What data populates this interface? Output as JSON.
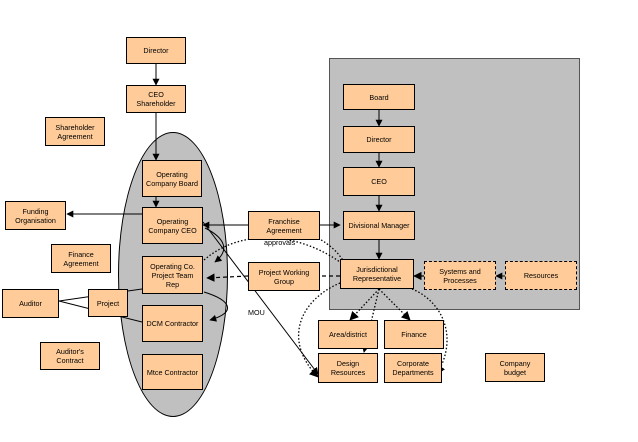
{
  "colors": {
    "box_fill": "#ffcc99",
    "panel_fill": "#c0c0c0",
    "ellipse_fill": "#c0c0c0",
    "line": "#000000"
  },
  "boxes": {
    "director": "Director",
    "ceo_shareholder": "CEO\nShareholder",
    "shareholder_agreement": "Shareholder\nAgreement",
    "funding_organisation": "Funding\nOrganisation",
    "finance_agreement": "Finance\nAgreement",
    "auditor": "Auditor",
    "project": "Project",
    "auditors_contract": "Auditor's\nContract",
    "operating_company_board": "Operating\nCompany Board",
    "operating_company_ceo": "Operating\nCompany CEO",
    "operating_project_team_rep": "Operating Co.\nProject Team\nRep",
    "dcm_contractor": "DCM Contractor",
    "mtce_contractor": "Mtce Contractor",
    "franchise_agreement": "Franchise\nAgreement",
    "project_working_group": "Project Working\nGroup",
    "board": "Board",
    "director_2": "Director",
    "ceo": "CEO",
    "divisional_manager": "Divisional Manager",
    "jurisdictional_representative": "Jurisdictional\nRepresentative",
    "systems_and_processes": "Systems and\nProcesses",
    "resources": "Resources",
    "area_district": "Area/district",
    "finance": "Finance",
    "design_resources": "Design\nResources",
    "corporate_departments": "Corporate\nDepartments",
    "company_budget": "Company\nbudget"
  },
  "labels": {
    "approvals": "approvals",
    "mou": "MOU"
  }
}
